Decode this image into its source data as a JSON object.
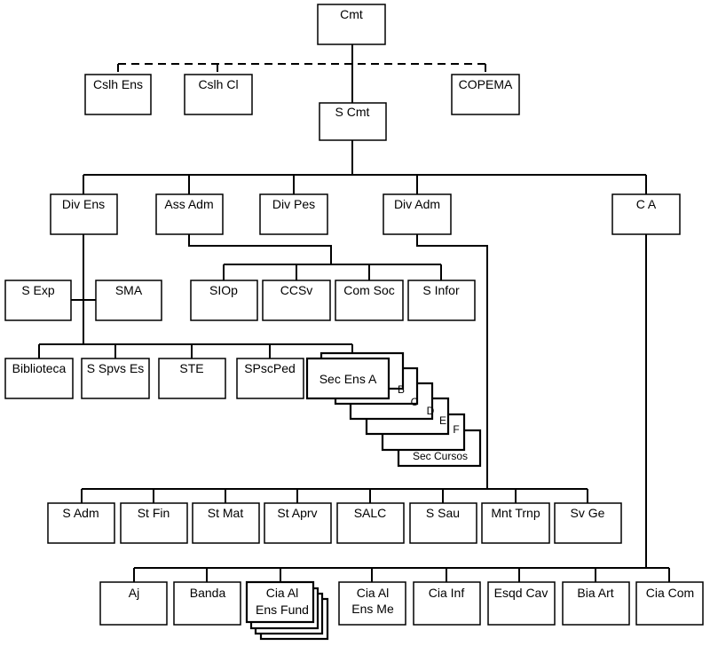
{
  "chart": {
    "top": {
      "cmt": "Cmt",
      "cslh_ens": "Cslh Ens",
      "cslh_cl": "Cslh Cl",
      "copema": "COPEMA",
      "s_cmt": "S Cmt"
    },
    "divisions": {
      "div_ens": "Div Ens",
      "ass_adm": "Ass Adm",
      "div_pes": "Div Pes",
      "div_adm": "Div Adm",
      "ca": "C A"
    },
    "ens_staff": {
      "s_exp": "S Exp",
      "sma": "SMA"
    },
    "ass_units": {
      "siop": "SIOp",
      "ccsv": "CCSv",
      "com_soc": "Com Soc",
      "s_infor": "S Infor"
    },
    "ens_units": {
      "biblioteca": "Biblioteca",
      "s_spvs_es": "S Spvs Es",
      "ste": "STE",
      "spscped": "SPscPed"
    },
    "sec_ens": {
      "a": "Sec Ens A",
      "b": "B",
      "c": "C",
      "d": "D",
      "e": "E",
      "f": "F",
      "cursos": "Sec Cursos"
    },
    "adm_units": {
      "s_adm": "S Adm",
      "st_fin": "St Fin",
      "st_mat": "St Mat",
      "st_aprv": "St Aprv",
      "salc": "SALC",
      "s_sau": "S Sau",
      "mnt_trnp": "Mnt Trnp",
      "sv_ge": "Sv Ge"
    },
    "ca_units": {
      "aj": "Aj",
      "banda": "Banda",
      "cia_al_ens_fund_1": "Cia Al",
      "cia_al_ens_fund_2": "Ens Fund",
      "cia_al_ens_me_1": "Cia Al",
      "cia_al_ens_me_2": "Ens Me",
      "cia_inf": "Cia Inf",
      "esqd_cav": "Esqd Cav",
      "bia_art": "Bia Art",
      "cia_com": "Cia Com"
    }
  }
}
